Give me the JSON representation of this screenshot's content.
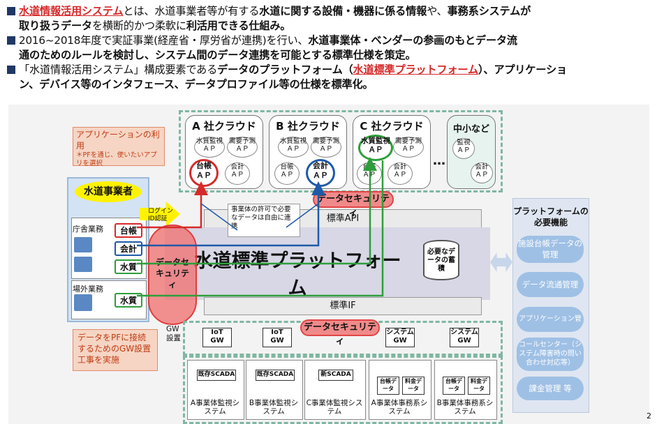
{
  "header": {
    "line1": {
      "highlight": "水道情報活用システム",
      "t1": "とは、水道事業者等が有する",
      "b1": "水道に関する設備・機器に係る情報",
      "t2": "や、",
      "b2": "事務系システムが"
    },
    "line2": {
      "b1": "取り扱うデータ",
      "t1": "を横断的かつ柔軟に",
      "b2": "利活用できる仕組み。"
    },
    "line3": {
      "t1": "2016~2018年度で実証事業(経産省・厚労省が連携)を行い、",
      "b1": "水道事業体・ベンダーの参画のもとデータ流"
    },
    "line4": {
      "b1": "通のためのルールを検討し、システム間のデータ連携を可能とする標準仕様を策定。"
    },
    "line5": {
      "t1": "「水道情報活用システム」構成要素である",
      "b1": "データのプラットフォーム（",
      "highlight": "水道標準プラットフォーム",
      "b2": "）、アプリケーショ"
    },
    "line6": {
      "b1": "ン、デバイス等のインタフェース、データプロファイル等の仕様を標準化。"
    }
  },
  "clouds": [
    {
      "title": "A 社クラウド",
      "ap1": "水質監視",
      "ap2": "需要予測",
      "ap3": "台帳",
      "ap4": "会計"
    },
    {
      "title": "B 社クラウド",
      "ap1": "水質監視",
      "ap2": "需要予測",
      "ap3": "台帳",
      "ap4": "会計"
    },
    {
      "title": "C 社クラウド",
      "ap1": "水質監視",
      "ap2": "需要予測",
      "ap3": "台帳",
      "ap4": "会計"
    },
    {
      "title": "中小など",
      "ap1": "監視",
      "ap4": "会計"
    }
  ],
  "ap_suffix": "ＡＰ",
  "ellipsis": "…",
  "app_use": {
    "title": "アプリケーションの利用",
    "note": "＊PFを通じ、使いたいアプリを選択"
  },
  "operator": {
    "title": "水道事業者",
    "office": "庁舎業務",
    "field": "場外業務",
    "daicho": "台帳",
    "kaikei": "会計",
    "suishitsu1": "水質",
    "suishitsu2": "水質"
  },
  "login": "ログインID認証",
  "permission_note": "事業体の許可で必要なデータは自由に連携",
  "platform": {
    "title": "水道標準プラットフォーム",
    "api": "標準API",
    "if": "標準IF",
    "security": "データセキュリティ",
    "security_left": "データセキュリティ",
    "needed": "必要なデータの蓄積"
  },
  "pf_functions": {
    "title": "プラットフォームの必要機能",
    "items": [
      "施設台帳データの管理",
      "データ流通管理",
      "アプリケーション管理",
      "コールセンター（システム障害時の問い合わせ対応等）",
      "課金管理 等"
    ]
  },
  "gw_note": "データをPFに接続するためのGW設置工事を実施",
  "gw_label": "GW設置",
  "gateways": [
    "IoT GW",
    "IoT GW",
    "システム GW",
    "システム GW"
  ],
  "scada": [
    "既存SCADA",
    "既存SCADA",
    "新SCADA"
  ],
  "systems": [
    "A事業体監視システム",
    "B事業体監視システム",
    "C事業体監視システム",
    "A事業体事務系システム",
    "B事業体事務系システム"
  ],
  "office_data": [
    "台帳データ",
    "料金データ"
  ],
  "page_number": "2",
  "colors": {
    "accent_red": "#d62a2a",
    "dash_green": "#7fb7a2",
    "nav_blue": "#1f3864"
  }
}
